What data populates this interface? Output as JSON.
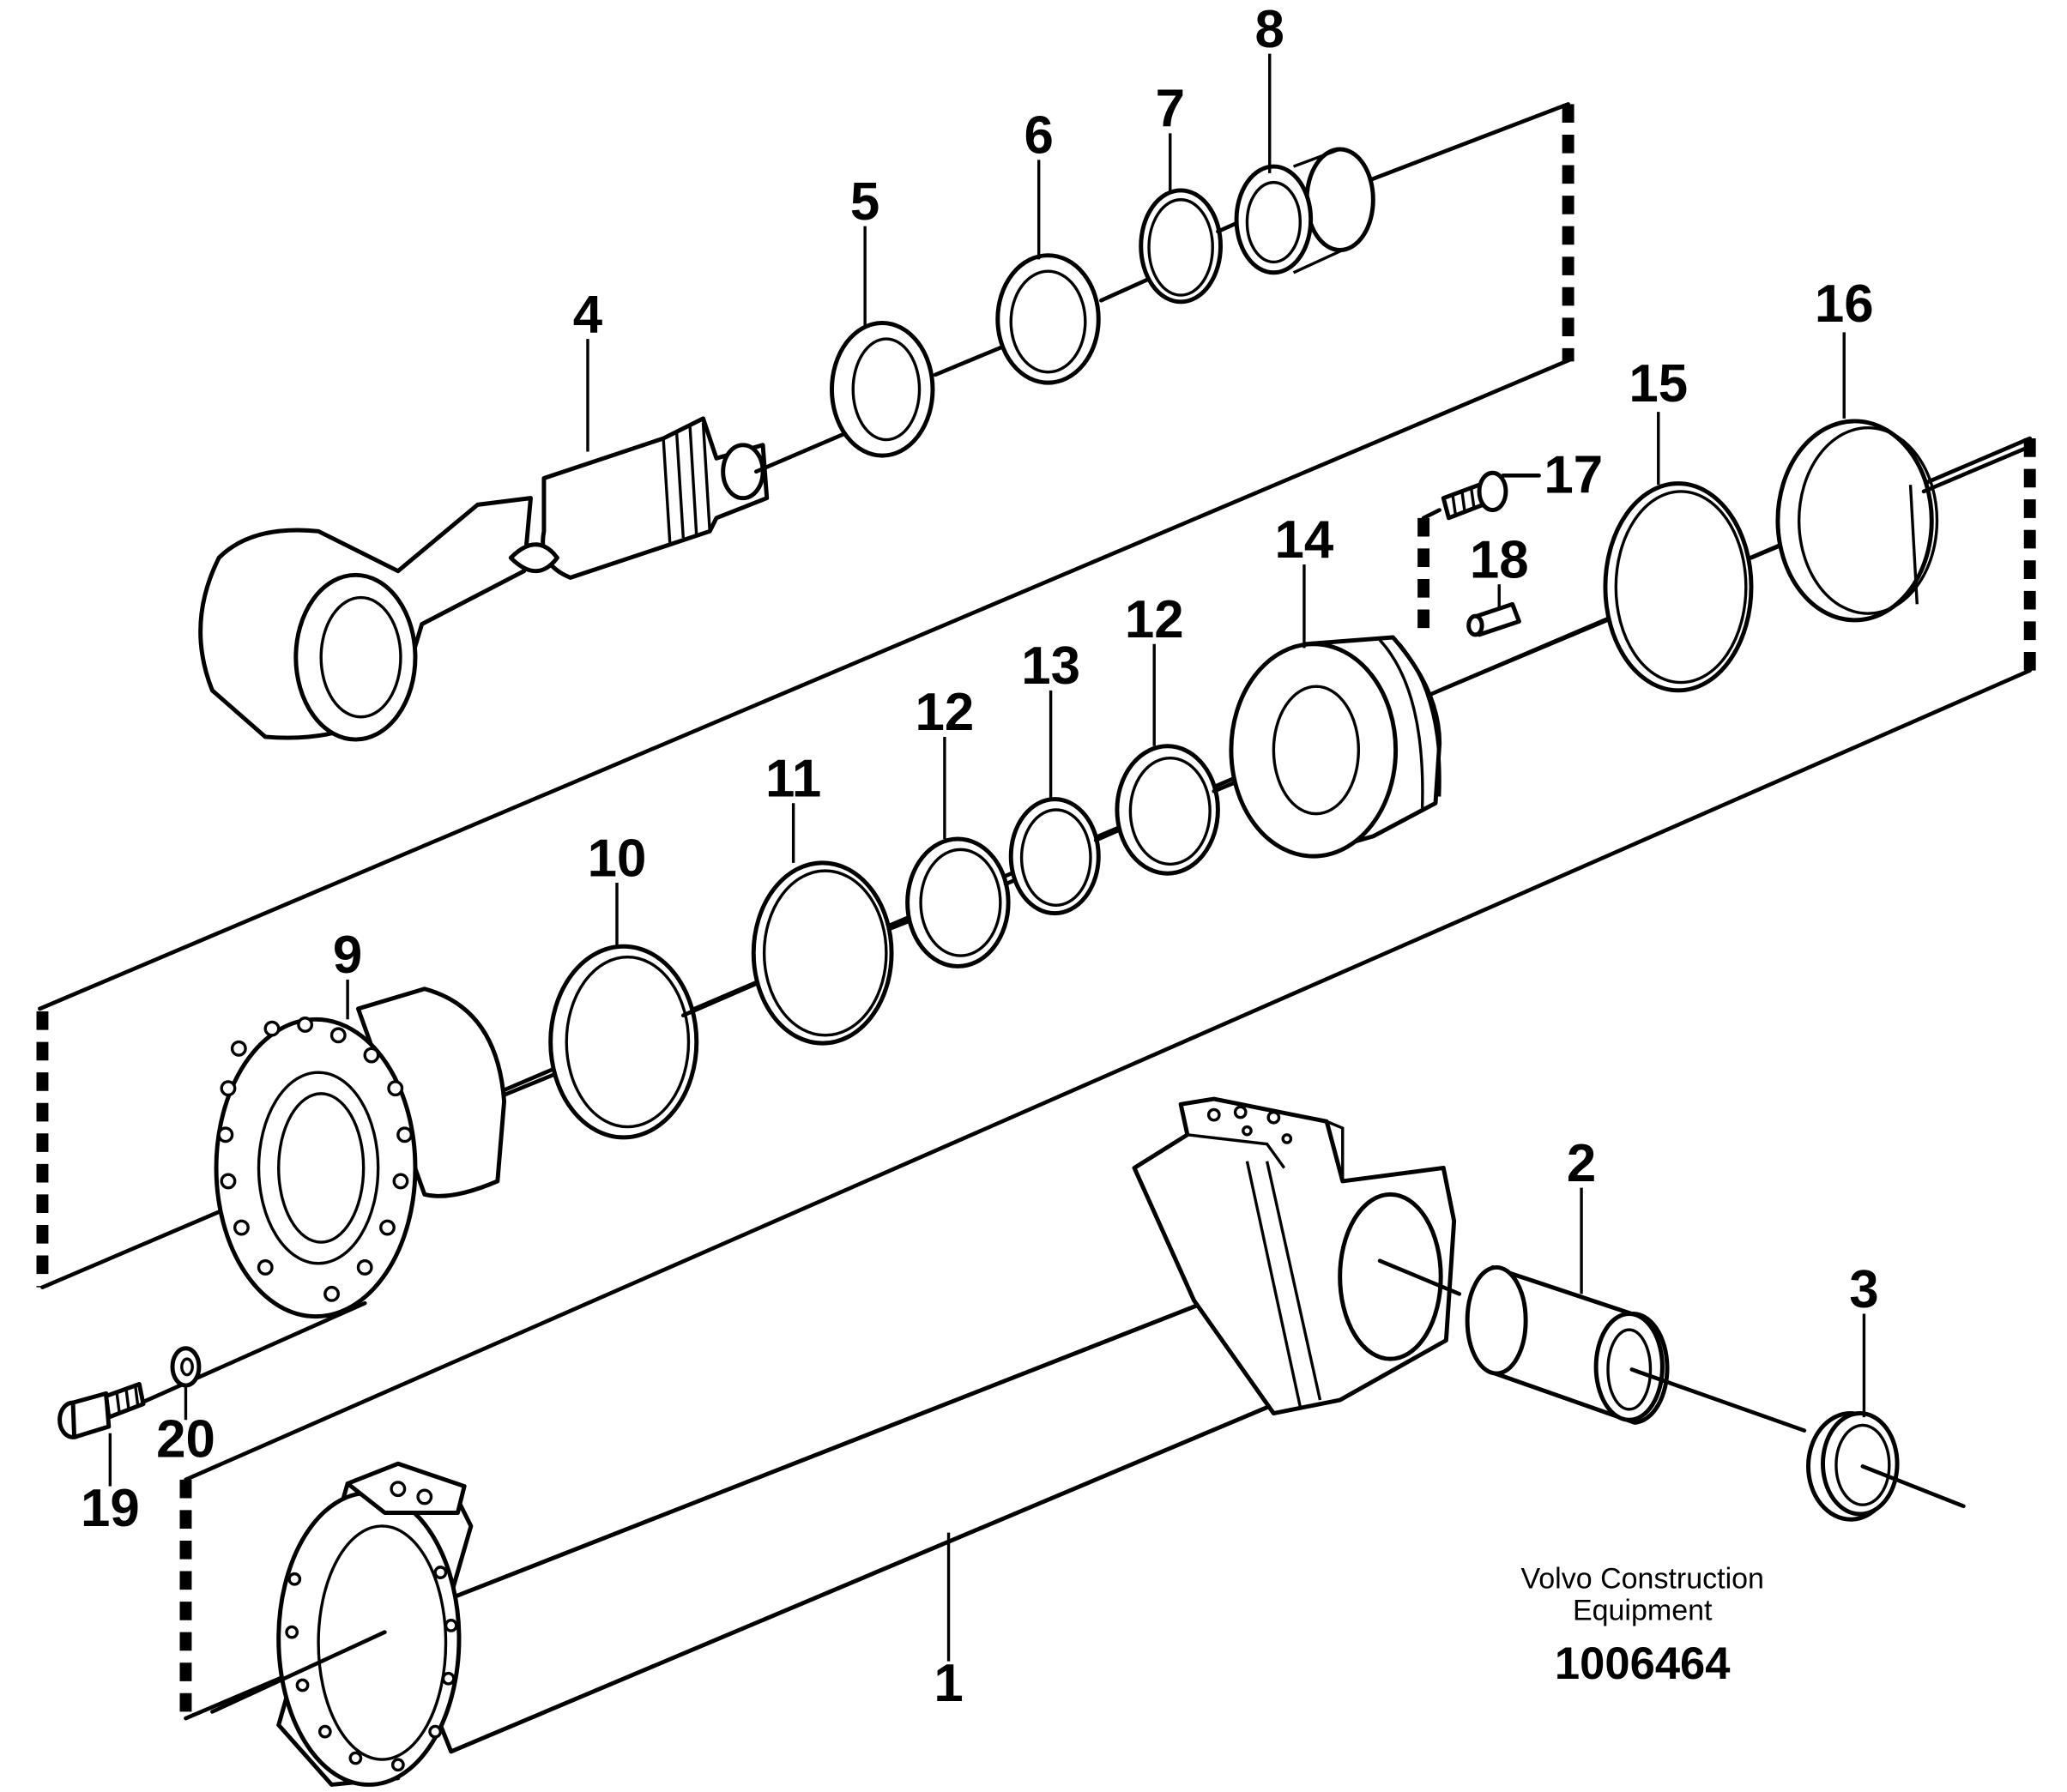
{
  "callouts": {
    "c1": "1",
    "c2": "2",
    "c3": "3",
    "c4": "4",
    "c5": "5",
    "c6": "6",
    "c7": "7",
    "c8": "8",
    "c9": "9",
    "c10": "10",
    "c11": "11",
    "c12a": "12",
    "c12b": "12",
    "c13": "13",
    "c14": "14",
    "c15": "15",
    "c16": "16",
    "c17": "17",
    "c18": "18",
    "c19": "19",
    "c20": "20"
  },
  "caption": {
    "line1": "Volvo Construction",
    "line2": "Equipment",
    "code": "1006464"
  }
}
